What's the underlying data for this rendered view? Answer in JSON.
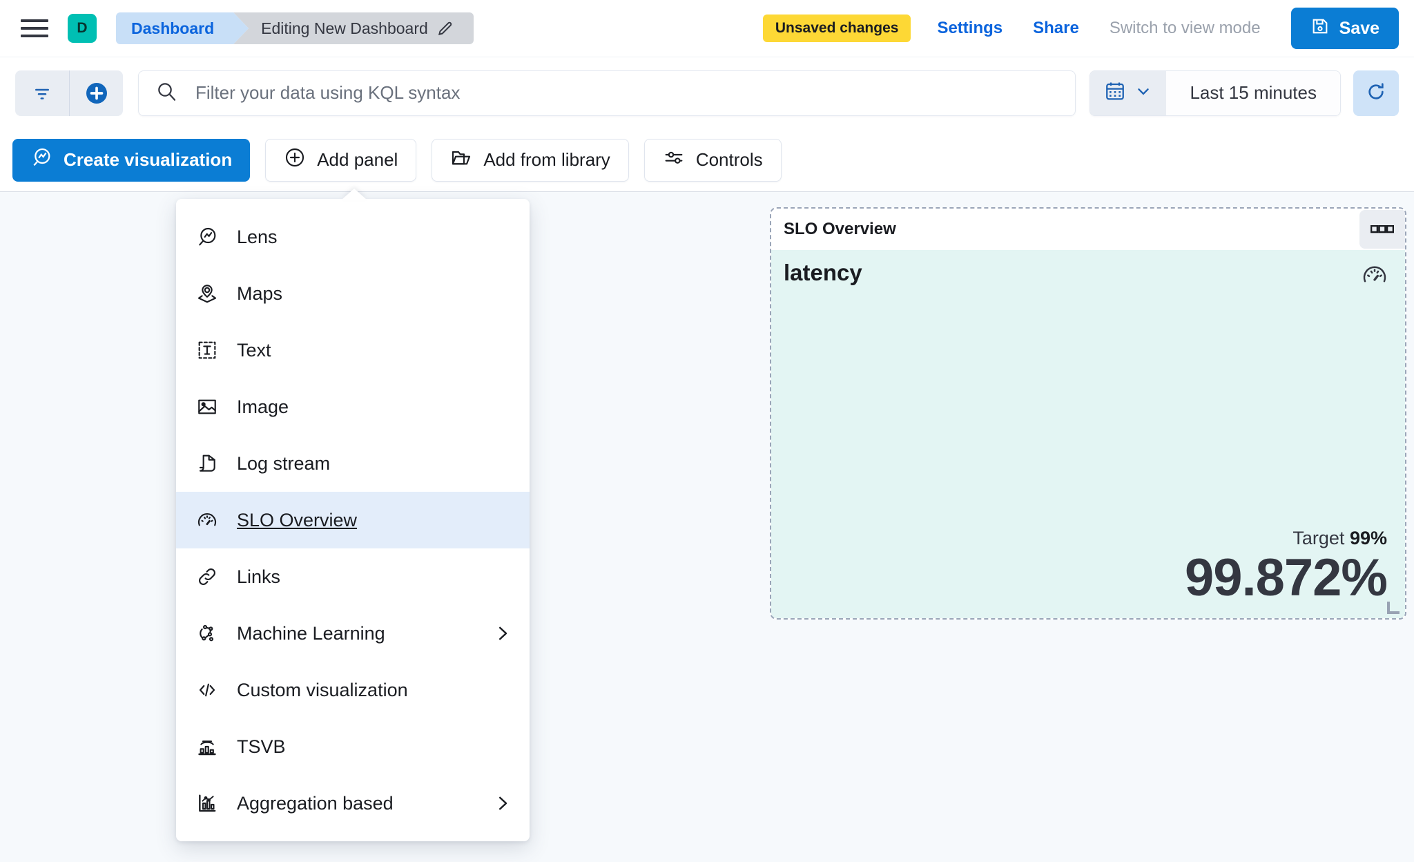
{
  "header": {
    "menu_icon": "hamburger-icon",
    "avatar_letter": "D",
    "breadcrumb_root": "Dashboard",
    "breadcrumb_current": "Editing New Dashboard",
    "edit_icon": "pencil-icon",
    "unsaved_badge": "Unsaved changes",
    "settings_link": "Settings",
    "share_link": "Share",
    "view_mode_link": "Switch to view mode",
    "save_label": "Save",
    "save_icon": "save-disk-icon"
  },
  "querybar": {
    "filter_icon": "filter-icon",
    "add_filter_icon": "plus-circle-icon",
    "search_icon": "search-icon",
    "search_value": "",
    "search_placeholder": "Filter your data using KQL syntax",
    "calendar_icon": "calendar-icon",
    "calendar_chevron": "chevron-down-icon",
    "date_range": "Last 15 minutes",
    "refresh_icon": "refresh-icon"
  },
  "toolbar": {
    "create_visualization": "Create visualization",
    "create_visualization_icon": "lens-icon",
    "add_panel": "Add panel",
    "add_panel_icon": "plus-circle-outline-icon",
    "add_from_library": "Add from library",
    "add_from_library_icon": "folder-icon",
    "controls": "Controls",
    "controls_icon": "sliders-icon"
  },
  "add_panel_menu": {
    "items": [
      {
        "label": "Lens",
        "icon": "lens-icon",
        "submenu": false,
        "active": false
      },
      {
        "label": "Maps",
        "icon": "map-pin-icon",
        "submenu": false,
        "active": false
      },
      {
        "label": "Text",
        "icon": "text-box-icon",
        "submenu": false,
        "active": false
      },
      {
        "label": "Image",
        "icon": "image-icon",
        "submenu": false,
        "active": false
      },
      {
        "label": "Log stream",
        "icon": "logs-icon",
        "submenu": false,
        "active": false
      },
      {
        "label": "SLO Overview",
        "icon": "gauge-icon",
        "submenu": false,
        "active": true
      },
      {
        "label": "Links",
        "icon": "link-icon",
        "submenu": false,
        "active": false
      },
      {
        "label": "Machine Learning",
        "icon": "ml-nodes-icon",
        "submenu": true,
        "active": false
      },
      {
        "label": "Custom visualization",
        "icon": "code-icon",
        "submenu": false,
        "active": false
      },
      {
        "label": "TSVB",
        "icon": "tsvb-icon",
        "submenu": false,
        "active": false
      },
      {
        "label": "Aggregation based",
        "icon": "agg-chart-icon",
        "submenu": true,
        "active": false
      }
    ]
  },
  "slo_panel": {
    "title": "SLO Overview",
    "context_menu_icon": "three-boxes-icon",
    "metric_name": "latency",
    "gauge_icon": "gauge-icon",
    "target_label": "Target",
    "target_value": "99%",
    "sli_value": "99.872%",
    "resize_handle": "resize-corner-handle"
  },
  "colors": {
    "primary_blue": "#0B7DD4",
    "link_blue": "#0B64DD",
    "warning_yellow": "#FDD835",
    "avatar_teal": "#00BFB3",
    "slo_body_mint": "#E3F5F3",
    "canvas_bg": "#F6F9FC",
    "active_menu_bg": "#E3EDFA"
  }
}
